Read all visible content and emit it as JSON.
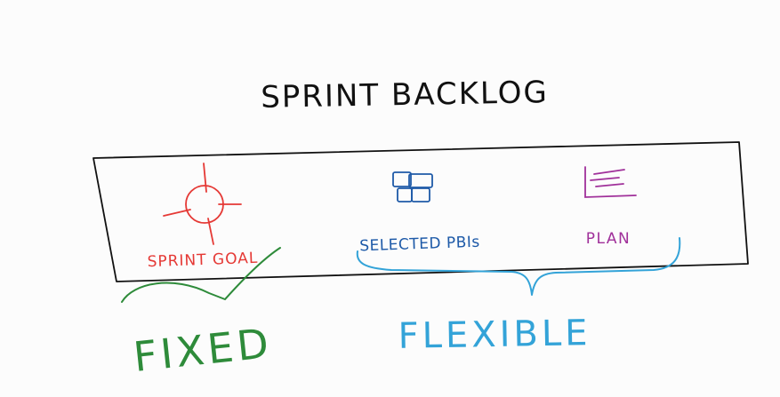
{
  "title": "SPRINT BACKLOG",
  "items": [
    {
      "label": "SPRINT GOAL",
      "icon": "crosshair-icon",
      "color": "#e53935"
    },
    {
      "label": "SELECTED PBIs",
      "icon": "bricks-icon",
      "color": "#1e5aa8"
    },
    {
      "label": "PLAN",
      "icon": "plan-list-icon",
      "color": "#a0309a"
    }
  ],
  "groups": {
    "fixed": {
      "label": "FIXED",
      "color": "#2e8b3a"
    },
    "flexible": {
      "label": "FLEXIBLE",
      "color": "#33a3d8"
    }
  },
  "colors": {
    "background": "#fcfcfc",
    "ink": "#111111"
  }
}
